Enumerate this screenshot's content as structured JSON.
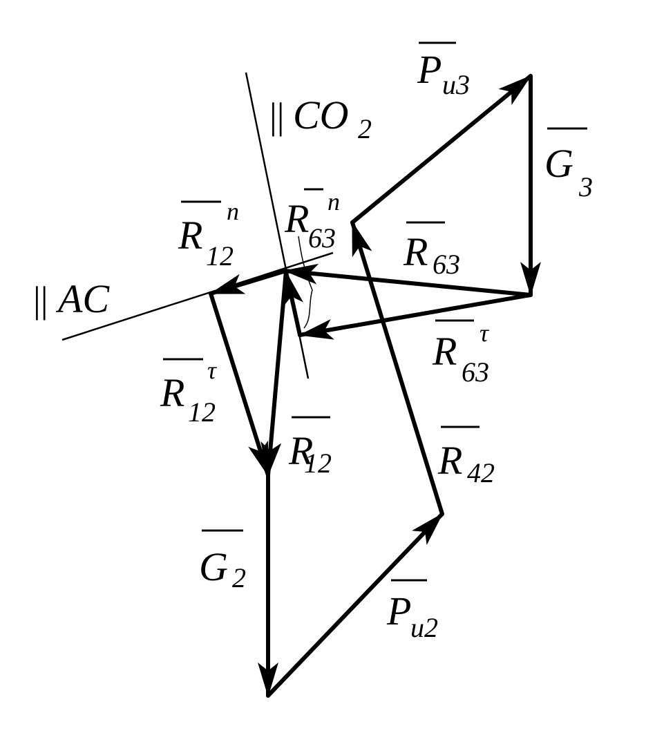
{
  "diagram": {
    "colors": {
      "ink": "#000000",
      "background": "#ffffff"
    },
    "guides": {
      "parallel_ac": {
        "mark": "||",
        "text": "AC"
      },
      "parallel_co2": {
        "mark": "||",
        "text": "CO",
        "sub": "2"
      }
    },
    "vectors": {
      "pu3": {
        "base": "P",
        "sub": "u3",
        "sup": ""
      },
      "g3": {
        "base": "G",
        "sub": "3",
        "sup": ""
      },
      "r63": {
        "base": "R",
        "sub": "63",
        "sup": ""
      },
      "r63t": {
        "base": "R",
        "sub": "63",
        "sup": "τ"
      },
      "r63n": {
        "base": "R",
        "sub": "63",
        "sup": "n"
      },
      "r12n": {
        "base": "R",
        "sub": "12",
        "sup": "n"
      },
      "r12t": {
        "base": "R",
        "sub": "12",
        "sup": "τ"
      },
      "r12": {
        "base": "R",
        "sub": "12",
        "sup": ""
      },
      "r42": {
        "base": "R",
        "sub": "42",
        "sup": ""
      },
      "g2": {
        "base": "G",
        "sub": "2",
        "sup": ""
      },
      "pu2": {
        "base": "P",
        "sub": "u2",
        "sup": ""
      }
    }
  }
}
